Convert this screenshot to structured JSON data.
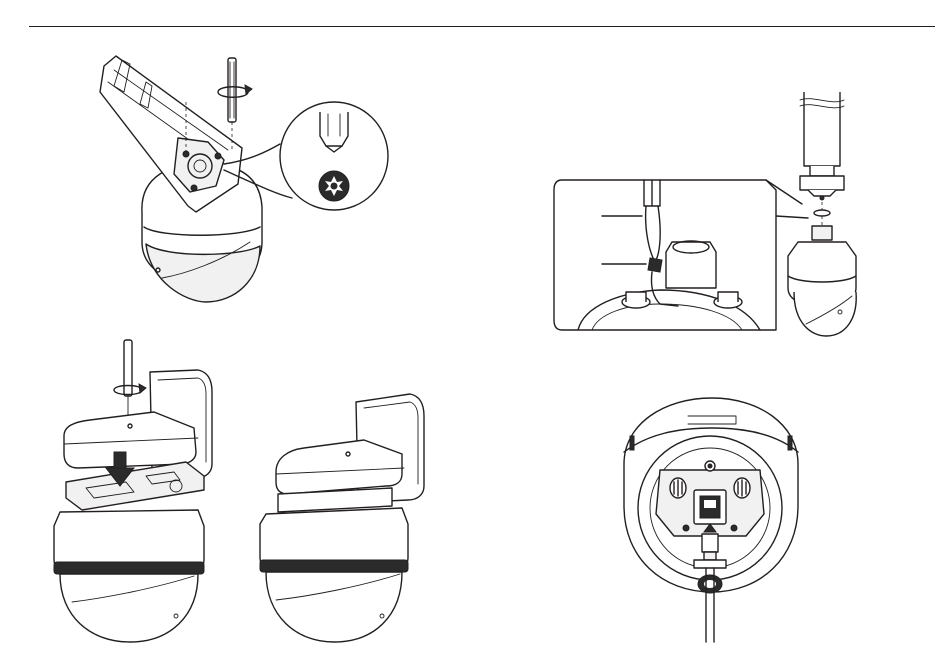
{
  "page": {
    "rule_color": "#231f20",
    "background": "#ffffff"
  },
  "figures": [
    {
      "name": "fig-remove-plate-torx",
      "icons": [
        "torx-screwdriver-icon",
        "torx-bit-icon",
        "rotate-arrow-icon"
      ]
    },
    {
      "name": "fig-wire-safety-cable",
      "icons": [
        "safety-wire-icon",
        "mount-pipe-icon"
      ]
    },
    {
      "name": "fig-assemble-bracket",
      "icons": [
        "down-arrow-icon",
        "screwdriver-icon"
      ]
    },
    {
      "name": "fig-assembled-bracket",
      "icons": []
    },
    {
      "name": "fig-connect-cable-bottom-view",
      "icons": [
        "connector-icon",
        "up-arrow-icon"
      ]
    }
  ]
}
